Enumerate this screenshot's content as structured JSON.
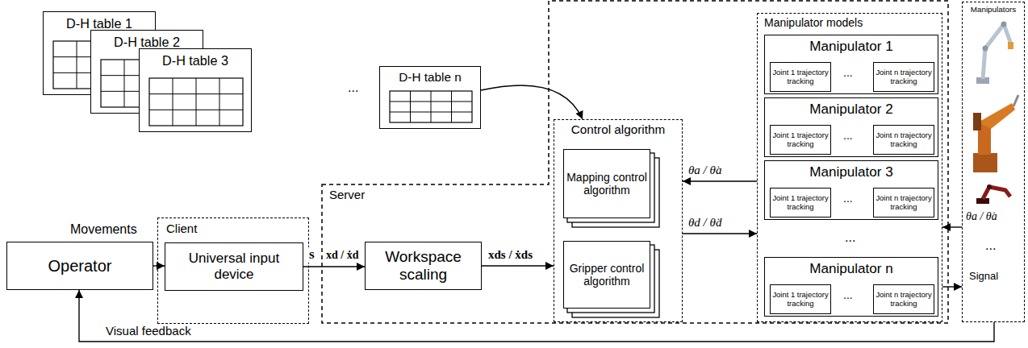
{
  "diagram": {
    "nodes": [
      {
        "text": [
          "D-H table 1"
        ]
      },
      {
        "text": [
          "D-H table 2"
        ]
      },
      {
        "text": [
          "D-H table 3"
        ]
      },
      {
        "text": [
          "D-H table n"
        ]
      },
      {
        "text": [
          "Operator"
        ]
      },
      {
        "text": [
          "Client"
        ]
      },
      {
        "text": [
          "Universal input device"
        ],
        "in": 5
      },
      {
        "text": [
          "Server"
        ]
      },
      {
        "text": [
          "Workspace scaling"
        ],
        "in": 7
      },
      {
        "text": [
          "Control algorithm"
        ],
        "in": 7
      },
      {
        "text": [
          "Mapping control algorithm"
        ],
        "in": 9
      },
      {
        "text": [
          "Gripper control algorithm"
        ],
        "in": 9
      },
      {
        "text": [
          "Manipulator models"
        ],
        "in": 7
      },
      {
        "text": [
          "Manipulator 1"
        ],
        "in": 12
      },
      {
        "text": [
          "Joint 1 trajectory tracking"
        ],
        "in": 13
      },
      {
        "text": [
          "Joint n trajectory tracking"
        ],
        "in": 13
      },
      {
        "text": [
          "Manipulator 2"
        ],
        "in": 12
      },
      {
        "text": [
          "Joint 1 trajectory tracking"
        ],
        "in": 16
      },
      {
        "text": [
          "Joint n trajectory tracking"
        ],
        "in": 16
      },
      {
        "text": [
          "Manipulator 3"
        ],
        "in": 12
      },
      {
        "text": [
          "Joint 1 trajectory tracking"
        ],
        "in": 19
      },
      {
        "text": [
          "Joint n trajectory tracking"
        ],
        "in": 19
      },
      {
        "text": [
          "Manipulator n"
        ],
        "in": 12
      },
      {
        "text": [
          "Joint 1 trajectory tracking"
        ],
        "in": 22
      },
      {
        "text": [
          "Joint n trajectory tracking"
        ],
        "in": 22
      },
      {
        "text": [
          "Manipulators"
        ]
      }
    ],
    "edges": [
      {
        "from": 4,
        "to": 6,
        "label": "Movements",
        "arrow": "to"
      },
      {
        "from": 6,
        "to": 8,
        "label": "s",
        "arrow": "to"
      },
      {
        "from": 8,
        "to": 9,
        "label": "xds / ẋds",
        "arrow": "to"
      },
      {
        "from": 3,
        "to": 9,
        "arrow": "to"
      },
      {
        "from": 9,
        "to": 12,
        "label": "θd / θ̇d",
        "arrow": "to"
      },
      {
        "from": 12,
        "to": 9,
        "label": "θa / θ̇a",
        "arrow": "to"
      },
      {
        "from": 25,
        "to": 12,
        "label": "θa / θ̇a",
        "arrow": "to"
      },
      {
        "from": 12,
        "to": 25,
        "label": "Signal",
        "arrow": "to"
      },
      {
        "from": 25,
        "to": 4,
        "label": "Visual feedback",
        "arrow": "to"
      }
    ],
    "labels": [
      "...",
      "xd / ẋd",
      "...",
      "...",
      "...",
      "...",
      "...",
      "..."
    ]
  }
}
